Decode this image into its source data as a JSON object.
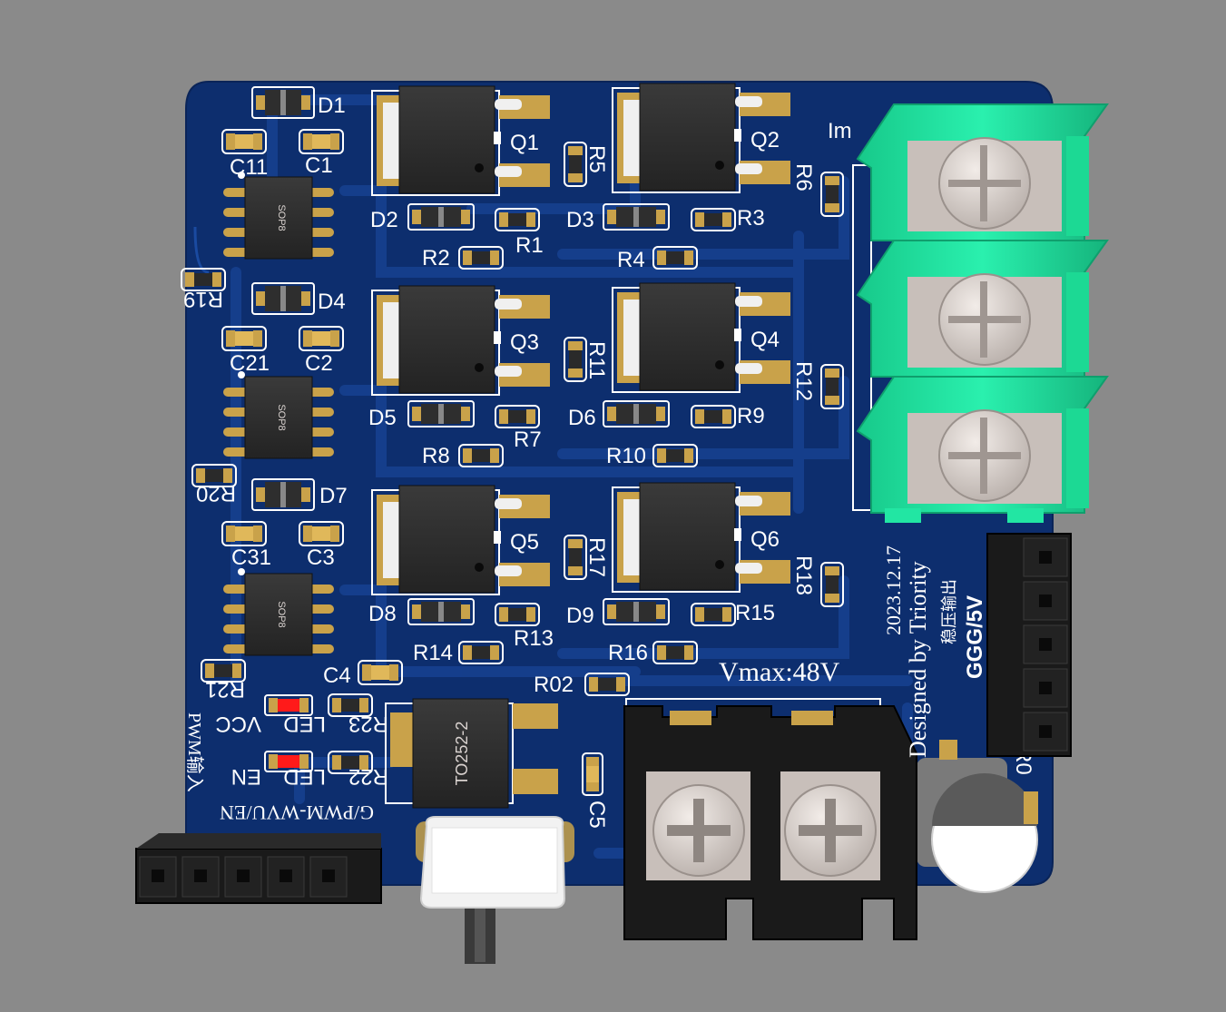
{
  "colors": {
    "background": "#8a8a8a",
    "board": "#0d2e6e",
    "trace": "#133a85",
    "silkscreen": "#ffffff",
    "pad_gold": "#c9a24a",
    "ic_body": "#2b2b2b",
    "terminal_green": "#22e6a3",
    "terminal_black": "#1a1a1a",
    "screw": "#d8d0cc",
    "led_red": "#ff1a1a"
  },
  "board": {
    "partial_title": "Im",
    "vmax": "Vmax:48V",
    "date": "2023.12.17",
    "credit": "Designed by Triority",
    "output_cn": "稳压输出",
    "output_label": "GGG/5V",
    "input_label_1": "PWM输入",
    "input_label_2": "G/PWM-WVU/EN",
    "vcc": "VCC",
    "en": "EN"
  },
  "mosfets": [
    {
      "ref": "Q1"
    },
    {
      "ref": "Q2"
    },
    {
      "ref": "Q3"
    },
    {
      "ref": "Q4"
    },
    {
      "ref": "Q5"
    },
    {
      "ref": "Q6"
    }
  ],
  "drivers": [
    {
      "package": "SOP8"
    },
    {
      "package": "SOP8"
    },
    {
      "package": "SOP8"
    }
  ],
  "regulator": {
    "package": "TO252-2"
  },
  "labels": {
    "D1": "D1",
    "D2": "D2",
    "D3": "D3",
    "D4": "D4",
    "D5": "D5",
    "D6": "D6",
    "D7": "D7",
    "D8": "D8",
    "D9": "D9",
    "C1": "C1",
    "C2": "C2",
    "C3": "C3",
    "C4": "C4",
    "C5": "C5",
    "C11": "C11",
    "C21": "C21",
    "C31": "C31",
    "R1": "R1",
    "R2": "R2",
    "R3": "R3",
    "R4": "R4",
    "R5": "R5",
    "R6": "R6",
    "R7": "R7",
    "R8": "R8",
    "R9": "R9",
    "R10": "R10",
    "R11": "R11",
    "R12": "R12",
    "R13": "R13",
    "R14": "R14",
    "R15": "R15",
    "R16": "R16",
    "R17": "R17",
    "R18": "R18",
    "R19": "R19",
    "R20": "R20",
    "R21": "R21",
    "R22": "R22",
    "R23": "R23",
    "R0": "R0",
    "R02": "R02",
    "LED": "LED"
  },
  "icons": [
    "phase-terminal-screw-icon",
    "power-terminal-screw-icon",
    "electrolytic-capacitor-icon",
    "pin-header-icon",
    "switch-icon"
  ]
}
